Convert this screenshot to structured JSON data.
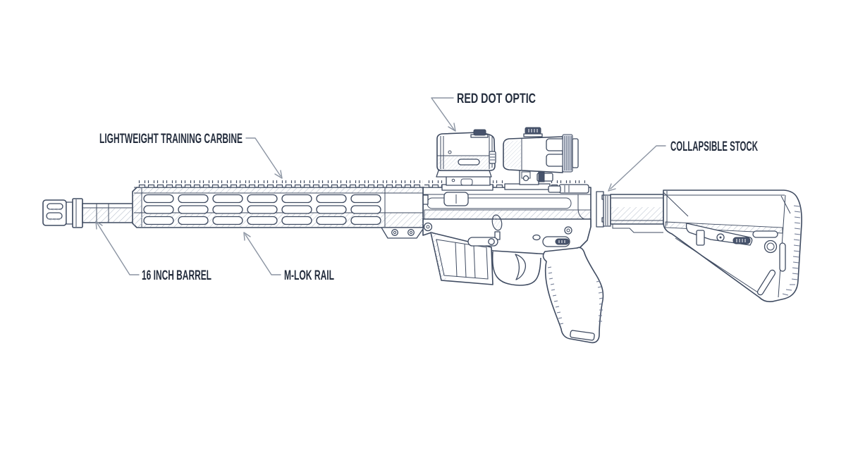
{
  "diagram": {
    "type": "technical-illustration",
    "callouts": [
      {
        "id": "red-dot-optic",
        "text": "RED DOT OPTIC"
      },
      {
        "id": "lightweight-training-carbine",
        "text": "LIGHTWEIGHT TRAINING CARBINE"
      },
      {
        "id": "collapsible-stock",
        "text": "COLLAPSIBLE STOCK"
      },
      {
        "id": "sixteen-inch-barrel",
        "text": "16 INCH BARREL"
      },
      {
        "id": "m-lok-rail",
        "text": "M-LOK RAIL"
      }
    ],
    "colors": {
      "background": "#ffffff",
      "line": "#3f4b61",
      "leader": "#8b94a2",
      "label_text": "#252e3e",
      "hatch": "#b7bfcc",
      "dark_fill": "#47536c"
    }
  }
}
